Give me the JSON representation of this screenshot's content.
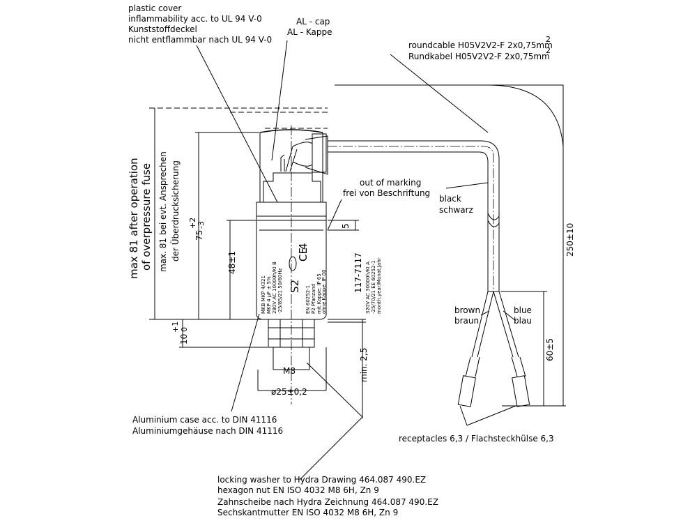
{
  "labels": {
    "plastic_cover": [
      "plastic cover",
      "inflammability acc. to UL 94 V-0",
      "Kunststoffdeckel",
      "nicht entflammbar nach UL 94 V-0"
    ],
    "al_cap": [
      "AL - cap",
      "AL - Kappe"
    ],
    "roundcable": [
      "roundcable H05V2V2-F 2x0,75mm",
      "Rundkabel H05V2V2-F 2x0,75mm"
    ],
    "roundcable_sup": "2",
    "out_of_marking": [
      "out of marking",
      "frei von Beschriftung"
    ],
    "black": [
      "black",
      "schwarz"
    ],
    "brown": [
      "brown",
      "braun"
    ],
    "blue": [
      "blue",
      "blau"
    ],
    "aluminium_case": [
      "Aluminium case acc. to DIN 41116",
      "Aluminiumgehäuse nach DIN 41116"
    ],
    "receptacles": "receptacles 6,3 / Flachsteckhülse 6,3",
    "locking_washer": [
      "locking washer to Hydra Drawing 464.087 490.EZ",
      "hexagon nut EN ISO 4032 M8 6H, Zn 9",
      "Zahnscheibe nach Hydra Zeichnung 464.087 490.EZ",
      "Sechskantmutter EN ISO 4032 M8 6H, Zn 9"
    ],
    "overpressure": [
      "max 81 after operation",
      "of overpressure fuse",
      "max. 81 bei evt. Ansprechen",
      "der Überdrucksicherung"
    ]
  },
  "dimensions": {
    "height_total": "75",
    "height_total_tol": "+2",
    "height_total_tol2": "-3",
    "height_body": "48±1",
    "stud": "10",
    "stud_tol_upper": "+1",
    "stud_tol_lower": "0",
    "min": "min. 2,5",
    "thread": "M8",
    "diameter": "ø25±0,2",
    "marking_gap": "5",
    "cable_length": "250±10",
    "lead_length": "60±5"
  },
  "marking": {
    "col1": [
      "MKB MKP 4/321",
      "MKP 4 μF ± 5%",
      "280V AC 10000h/KI B",
      "-25/85/21 50/60Hz"
    ],
    "col2": [
      "EN 60252-1",
      "P2 Pfanzand",
      "mit Kappe: IP 65",
      "ohne Kappe: IP 00"
    ],
    "col3": [
      "320V AC 30000h/KI A",
      "-25/70/21 EE 60252-1",
      "month.year/Monat.Jahr"
    ],
    "big_value": "4",
    "ce": "CE",
    "s2": "S2",
    "part_number": "117-7117"
  }
}
